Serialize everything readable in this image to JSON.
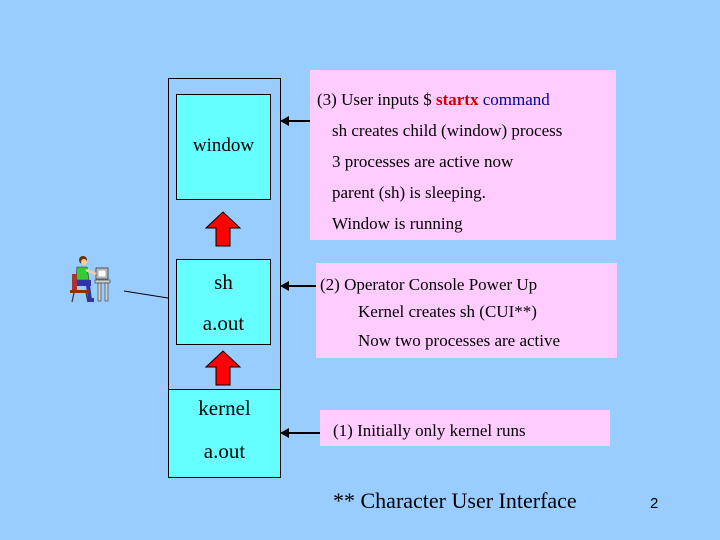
{
  "boxes": {
    "window": "window",
    "sh": "sh",
    "sh_aout": "a.out",
    "kernel": "kernel",
    "kernel_aout": "a.out"
  },
  "note3": {
    "prefix": "(3) User inputs $ ",
    "command_word": "startx",
    "suffix": " command",
    "lines": [
      "sh creates child (window) process",
      "3 processes are active now",
      "parent (sh) is sleeping.",
      "Window is running"
    ]
  },
  "note2": {
    "lines": [
      "(2)  Operator Console Power Up",
      "Kernel creates sh (CUI**)",
      "Now two processes are active"
    ]
  },
  "note1": {
    "text": "(1)  Initially only kernel runs"
  },
  "footnote": "** Character User Interface",
  "page_number": "2",
  "icons": {
    "operator": "person-at-computer-icon"
  },
  "colors": {
    "background": "#99ccff",
    "box": "#66ffff",
    "note": "#ffccff",
    "arrow_up": "#ff0000",
    "command": "#cc0000",
    "suffix": "#000099"
  }
}
